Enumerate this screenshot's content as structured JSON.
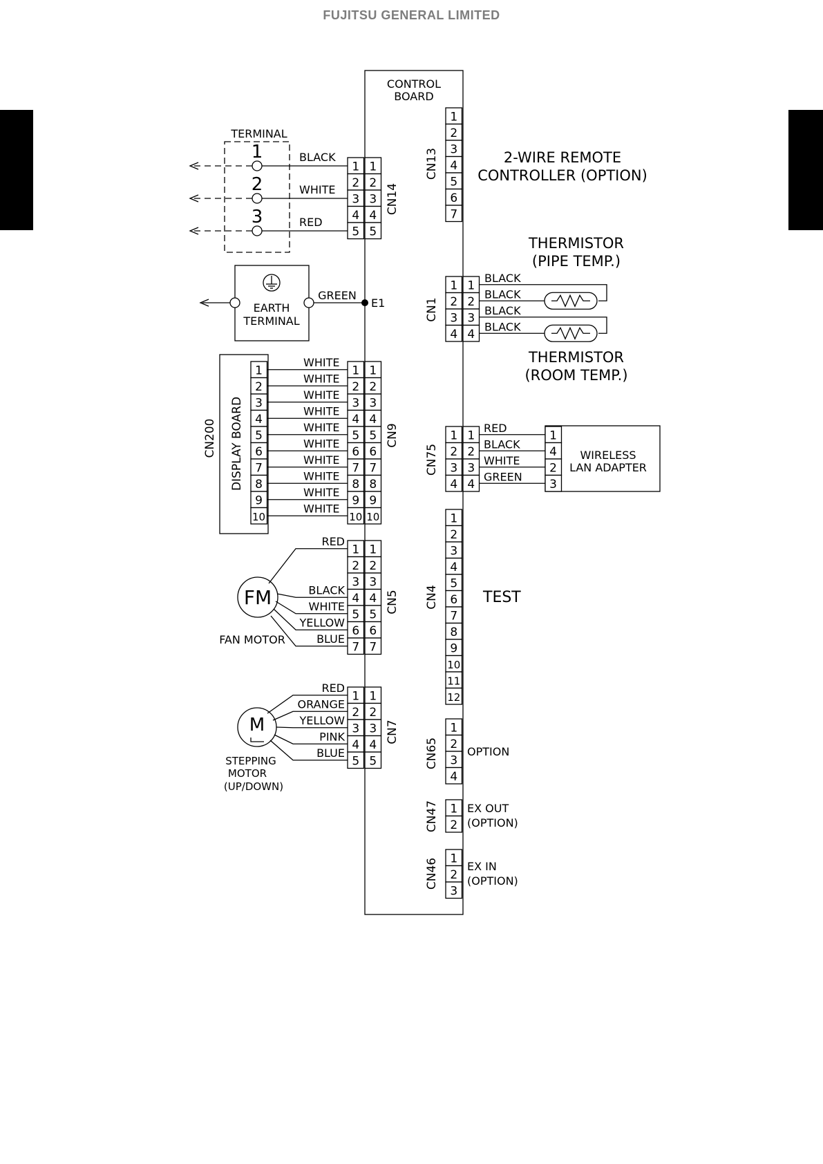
{
  "header": {
    "company": "FUJITSU GENERAL LIMITED"
  },
  "control_board": {
    "label_line1": "CONTROL",
    "label_line2": "BOARD"
  },
  "terminal": {
    "title": "TERMINAL",
    "pins": [
      "1",
      "2",
      "3"
    ],
    "wires": [
      "BLACK",
      "WHITE",
      "RED"
    ]
  },
  "earth": {
    "label_line1": "EARTH",
    "label_line2": "TERMINAL",
    "wire": "GREEN",
    "point": "E1"
  },
  "cn14": {
    "name": "CN14",
    "pins": [
      "1",
      "2",
      "3",
      "4",
      "5"
    ]
  },
  "cn13": {
    "name": "CN13",
    "pins": [
      "1",
      "2",
      "3",
      "4",
      "5",
      "6",
      "7"
    ],
    "desc_line1": "2-WIRE REMOTE",
    "desc_line2": "CONTROLLER (OPTION)"
  },
  "cn1": {
    "name": "CN1",
    "pins": [
      "1",
      "2",
      "3",
      "4"
    ],
    "wires": [
      "BLACK",
      "BLACK",
      "BLACK",
      "BLACK"
    ],
    "thermistor_pipe_line1": "THERMISTOR",
    "thermistor_pipe_line2": "(PIPE TEMP.)",
    "thermistor_room_line1": "THERMISTOR",
    "thermistor_room_line2": "(ROOM TEMP.)"
  },
  "cn9": {
    "name": "CN9",
    "board_name": "CN200",
    "board_label": "DISPLAY BOARD",
    "pins": [
      "1",
      "2",
      "3",
      "4",
      "5",
      "6",
      "7",
      "8",
      "9",
      "10"
    ],
    "wires": [
      "WHITE",
      "WHITE",
      "WHITE",
      "WHITE",
      "WHITE",
      "WHITE",
      "WHITE",
      "WHITE",
      "WHITE",
      "WHITE"
    ]
  },
  "cn75": {
    "name": "CN75",
    "pins": [
      "1",
      "2",
      "3",
      "4"
    ],
    "wires": [
      "RED",
      "BLACK",
      "WHITE",
      "GREEN"
    ],
    "adapter_pins": [
      "1",
      "4",
      "2",
      "3"
    ],
    "adapter_line1": "WIRELESS",
    "adapter_line2": "LAN ADAPTER"
  },
  "cn4": {
    "name": "CN4",
    "pins": [
      "1",
      "2",
      "3",
      "4",
      "5",
      "6",
      "7",
      "8",
      "9",
      "10",
      "11",
      "12"
    ],
    "desc": "TEST"
  },
  "cn5": {
    "name": "CN5",
    "pins": [
      "1",
      "2",
      "3",
      "4",
      "5",
      "6",
      "7"
    ],
    "wires": [
      "RED",
      "",
      "",
      "BLACK",
      "WHITE",
      "YELLOW",
      "BLUE"
    ],
    "motor_symbol": "FM",
    "motor_label": "FAN MOTOR"
  },
  "cn7": {
    "name": "CN7",
    "pins": [
      "1",
      "2",
      "3",
      "4",
      "5"
    ],
    "wires": [
      "RED",
      "ORANGE",
      "YELLOW",
      "PINK",
      "BLUE"
    ],
    "motor_symbol": "M",
    "motor_line1": "STEPPING",
    "motor_line2": "MOTOR",
    "motor_line3": "(UP/DOWN)"
  },
  "cn65": {
    "name": "CN65",
    "pins": [
      "1",
      "2",
      "3",
      "4"
    ],
    "desc": "OPTION"
  },
  "cn47": {
    "name": "CN47",
    "pins": [
      "1",
      "2"
    ],
    "desc_line1": "EX OUT",
    "desc_line2": "(OPTION)"
  },
  "cn46": {
    "name": "CN46",
    "pins": [
      "1",
      "2",
      "3"
    ],
    "desc_line1": "EX IN",
    "desc_line2": "(OPTION)"
  }
}
